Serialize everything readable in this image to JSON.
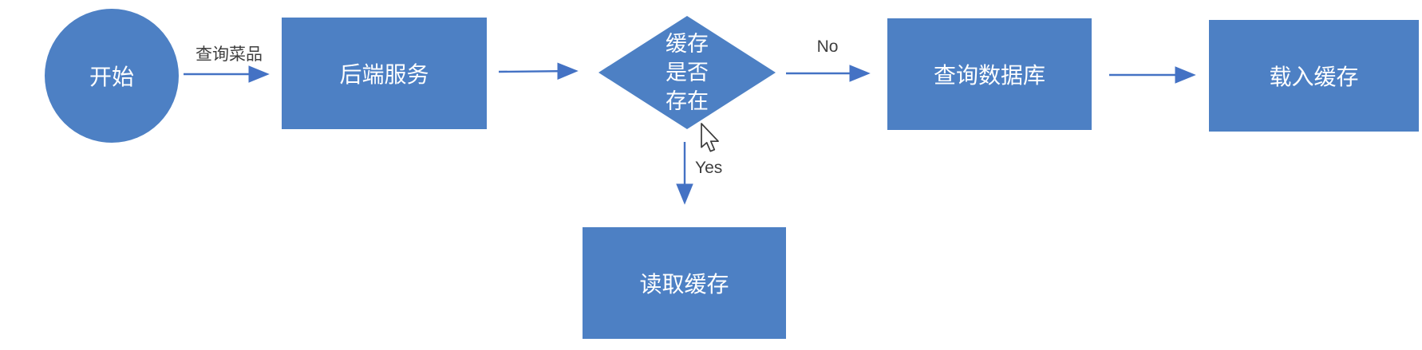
{
  "diagram": {
    "title_hint": "cache-query-flowchart",
    "colors": {
      "background": "#ffffff",
      "shape_fill": "#4d80c4",
      "arrow_stroke": "#4472c4",
      "shape_text": "#ffffff",
      "edge_label_text": "#3f3f3f"
    },
    "nodes": [
      {
        "id": "start",
        "type": "circle",
        "label": "开始"
      },
      {
        "id": "backend",
        "type": "rect",
        "label": "后端服务"
      },
      {
        "id": "cache-check",
        "type": "diamond",
        "label": "缓存是否存在",
        "label_lines": [
          "缓存",
          "是否",
          "存在"
        ]
      },
      {
        "id": "query-db",
        "type": "rect",
        "label": "查询数据库"
      },
      {
        "id": "load-cache",
        "type": "rect",
        "label": "载入缓存"
      },
      {
        "id": "read-cache",
        "type": "rect",
        "label": "读取缓存"
      }
    ],
    "edges": [
      {
        "from": "start",
        "to": "backend",
        "label": "查询菜品"
      },
      {
        "from": "backend",
        "to": "cache-check",
        "label": ""
      },
      {
        "from": "cache-check",
        "to": "query-db",
        "label": "No"
      },
      {
        "from": "query-db",
        "to": "load-cache",
        "label": ""
      },
      {
        "from": "cache-check",
        "to": "read-cache",
        "label": "Yes"
      }
    ],
    "edge_labels": {
      "query_dish": "查询菜品",
      "no": "No",
      "yes": "Yes"
    },
    "cursor": {
      "visible": true,
      "near": "cache-check-bottom"
    }
  }
}
